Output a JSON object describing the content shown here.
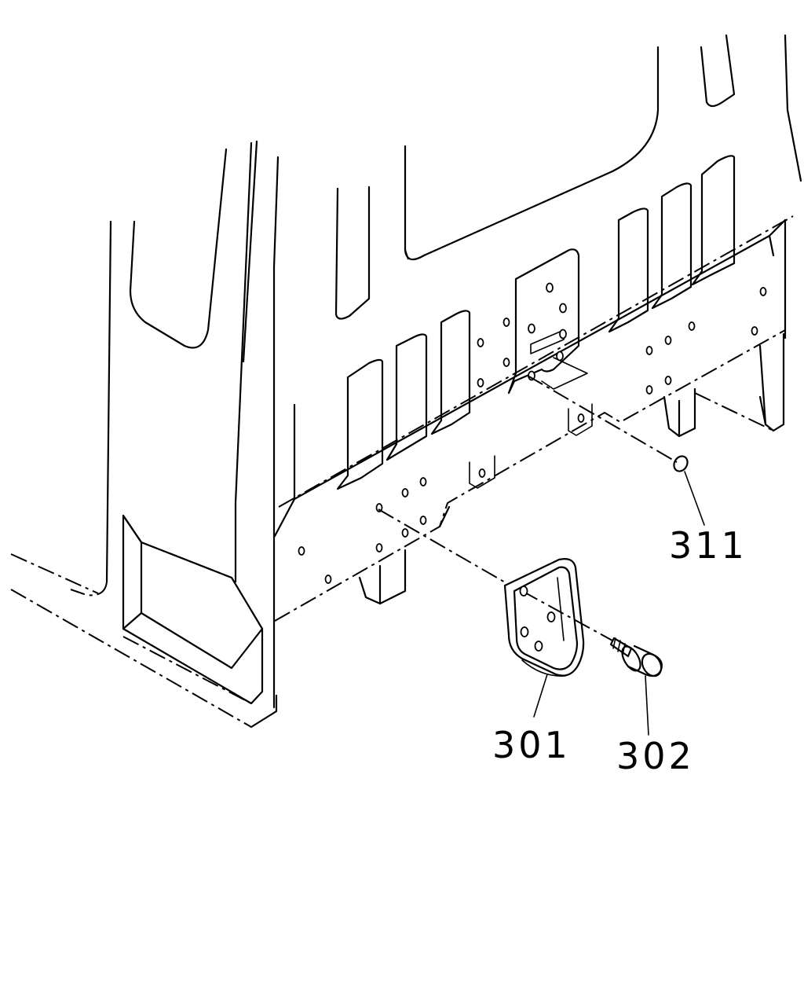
{
  "callouts": [
    {
      "id": "311",
      "label": "311"
    },
    {
      "id": "301",
      "label": "301"
    },
    {
      "id": "302",
      "label": "302"
    }
  ],
  "colors": {
    "line": "#000000",
    "background": "#ffffff"
  }
}
